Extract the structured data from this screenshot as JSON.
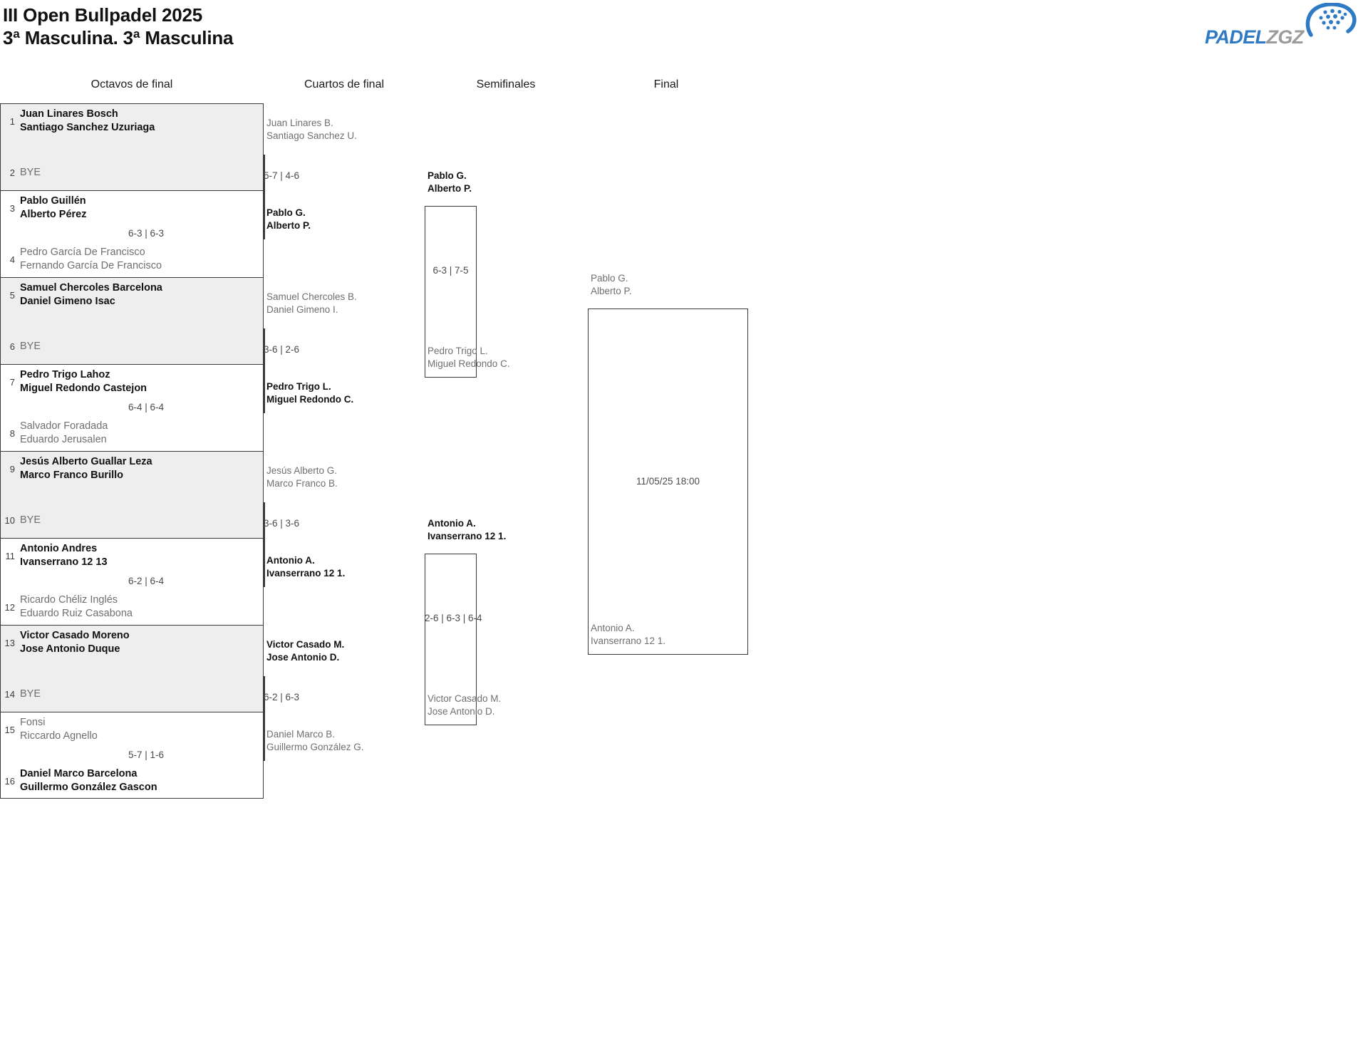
{
  "header": {
    "title_line_1": "III Open Bullpadel 2025",
    "title_line_2": "3ª Masculina. 3ª Masculina",
    "logo_padel": "PADEL",
    "logo_zgz": "ZGZ"
  },
  "rounds": [
    {
      "label": "Octavos de final"
    },
    {
      "label": "Cuartos de final"
    },
    {
      "label": "Semifinales"
    },
    {
      "label": "Final"
    }
  ],
  "round1": {
    "seeds": [
      {
        "num": "1",
        "line1": "Juan Linares Bosch",
        "line2": "Santiago Sanchez Uzuriaga",
        "state": "winner"
      },
      {
        "num": "2",
        "line1": "BYE",
        "line2": "",
        "state": "bye"
      },
      {
        "num": "3",
        "line1": "Pablo Guillén",
        "line2": "Alberto Pérez",
        "state": "winner"
      },
      {
        "num": "4",
        "line1": "Pedro García De Francisco",
        "line2": "Fernando García De Francisco",
        "state": "loser"
      },
      {
        "num": "5",
        "line1": "Samuel Chercoles Barcelona",
        "line2": "Daniel Gimeno Isac",
        "state": "winner"
      },
      {
        "num": "6",
        "line1": "BYE",
        "line2": "",
        "state": "bye"
      },
      {
        "num": "7",
        "line1": "Pedro Trigo Lahoz",
        "line2": "Miguel Redondo Castejon",
        "state": "winner"
      },
      {
        "num": "8",
        "line1": "Salvador Foradada",
        "line2": "Eduardo Jerusalen",
        "state": "loser"
      },
      {
        "num": "9",
        "line1": "Jesús Alberto Guallar Leza",
        "line2": "Marco Franco Burillo",
        "state": "winner"
      },
      {
        "num": "10",
        "line1": "BYE",
        "line2": "",
        "state": "bye"
      },
      {
        "num": "11",
        "line1": "Antonio Andres",
        "line2": "Ivanserrano 12 13",
        "state": "winner"
      },
      {
        "num": "12",
        "line1": "Ricardo Chéliz Inglés",
        "line2": "Eduardo Ruiz Casabona",
        "state": "loser"
      },
      {
        "num": "13",
        "line1": "Victor Casado Moreno",
        "line2": "Jose Antonio Duque",
        "state": "winner"
      },
      {
        "num": "14",
        "line1": "BYE",
        "line2": "",
        "state": "bye"
      },
      {
        "num": "15",
        "line1": "Fonsi",
        "line2": "Riccardo Agnello",
        "state": "loser"
      },
      {
        "num": "16",
        "line1": "Daniel Marco Barcelona",
        "line2": "Guillermo González Gascon",
        "state": "winner"
      }
    ],
    "scores": [
      "",
      "6-3 | 6-3",
      "",
      "6-4 | 6-4",
      "",
      "6-2 | 6-4",
      "",
      "5-7 | 1-6"
    ]
  },
  "round2": {
    "matches": [
      {
        "top": {
          "line1": "Juan Linares B.",
          "line2": "Santiago Sanchez U.",
          "state": "loser"
        },
        "bottom": {
          "line1": "Pablo G.",
          "line2": "Alberto P.",
          "state": "winner"
        },
        "score": "5-7 | 4-6"
      },
      {
        "top": {
          "line1": "Samuel Chercoles B.",
          "line2": "Daniel Gimeno I.",
          "state": "loser"
        },
        "bottom": {
          "line1": "Pedro Trigo L.",
          "line2": "Miguel Redondo C.",
          "state": "winner"
        },
        "score": "3-6 | 2-6"
      },
      {
        "top": {
          "line1": "Jesús Alberto G.",
          "line2": "Marco Franco B.",
          "state": "loser"
        },
        "bottom": {
          "line1": "Antonio A.",
          "line2": "Ivanserrano 12 1.",
          "state": "winner"
        },
        "score": "3-6 | 3-6"
      },
      {
        "top": {
          "line1": "Victor Casado M.",
          "line2": "Jose Antonio D.",
          "state": "winner"
        },
        "bottom": {
          "line1": "Daniel Marco B.",
          "line2": "Guillermo González G.",
          "state": "loser"
        },
        "score": "6-2 | 6-3"
      }
    ]
  },
  "round3": {
    "matches": [
      {
        "top": {
          "line1": "Pablo G.",
          "line2": "Alberto P.",
          "state": "winner"
        },
        "bottom": {
          "line1": "Pedro Trigo L.",
          "line2": "Miguel Redondo C.",
          "state": "loser"
        },
        "score": "6-3 | 7-5"
      },
      {
        "top": {
          "line1": "Antonio A.",
          "line2": "Ivanserrano 12 1.",
          "state": "winner"
        },
        "bottom": {
          "line1": "Victor Casado M.",
          "line2": "Jose Antonio D.",
          "state": "loser"
        },
        "score": "2-6 | 6-3 | 6-4"
      }
    ]
  },
  "final": {
    "top": {
      "line1": "Pablo G.",
      "line2": "Alberto P.",
      "state": "loser"
    },
    "bottom": {
      "line1": "Antonio A.",
      "line2": "Ivanserrano 12 1.",
      "state": "loser"
    },
    "datetime": "11/05/25 18:00"
  }
}
